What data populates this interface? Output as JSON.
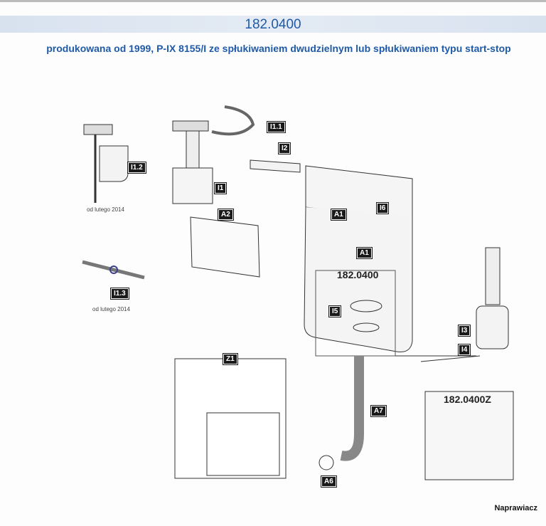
{
  "header": {
    "title": "182.0400",
    "subtitle": "produkowana od  1999, P-IX 8155/I ze spłukiwaniem dwudzielnym  lub spłukiwaniem typu start-stop"
  },
  "parts": {
    "i1_1": "I1.1",
    "i1_2": "I1.2",
    "i1": "I1",
    "i2": "I2",
    "a2": "A2",
    "i1_3": "I1.3",
    "a1_top": "A1",
    "i6": "I6",
    "a1_bottom": "A1",
    "i5": "I5",
    "i3": "I3",
    "i4": "I4",
    "z1": "Z1",
    "a7": "A7",
    "a6": "A6"
  },
  "captions": {
    "i1_2_note": "od lutego 2014",
    "i1_3_note": "od lutego 2014"
  },
  "codes": {
    "main": "182.0400",
    "variant": "182.0400Z"
  },
  "footer": {
    "label": "Naprawiacz"
  }
}
